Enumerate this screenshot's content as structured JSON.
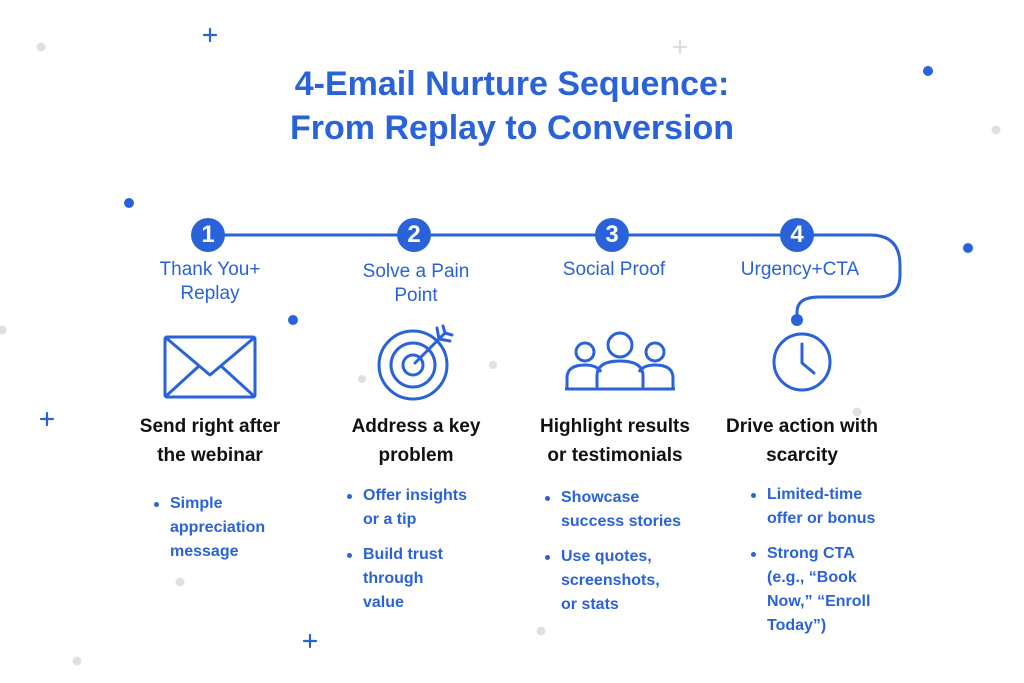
{
  "title": {
    "line1": "4-Email Nurture Sequence:",
    "line2": "From Replay to Conversion"
  },
  "colors": {
    "accent": "#2a63d9",
    "text": "#111111",
    "dots": "#e0e0e0"
  },
  "steps": [
    {
      "number": "1",
      "title": [
        "Thank You+",
        "Replay"
      ],
      "icon": "envelope-icon",
      "description": [
        "Send right after",
        "the webinar"
      ],
      "bullets": [
        [
          "Simple",
          "appreciation",
          "message"
        ]
      ]
    },
    {
      "number": "2",
      "title": [
        "Solve a Pain",
        "Point"
      ],
      "icon": "target-icon",
      "description": [
        "Address a key",
        "problem"
      ],
      "bullets": [
        [
          "Offer insights",
          "or a tip"
        ],
        [
          "Build trust",
          "through",
          "value"
        ]
      ]
    },
    {
      "number": "3",
      "title": [
        "Social Proof"
      ],
      "icon": "people-group-icon",
      "description": [
        "Highlight results",
        "or testimonials"
      ],
      "bullets": [
        [
          "Showcase",
          "success stories"
        ],
        [
          "Use quotes,",
          "screenshots,",
          "or stats"
        ]
      ]
    },
    {
      "number": "4",
      "title": [
        "Urgency+CTA"
      ],
      "icon": "clock-icon",
      "description": [
        "Drive action with",
        "scarcity"
      ],
      "bullets": [
        [
          "Limited-time",
          "offer or bonus"
        ],
        [
          "Strong CTA",
          "(e.g., “Book",
          "Now,” “Enroll",
          "Today”)"
        ]
      ]
    }
  ]
}
